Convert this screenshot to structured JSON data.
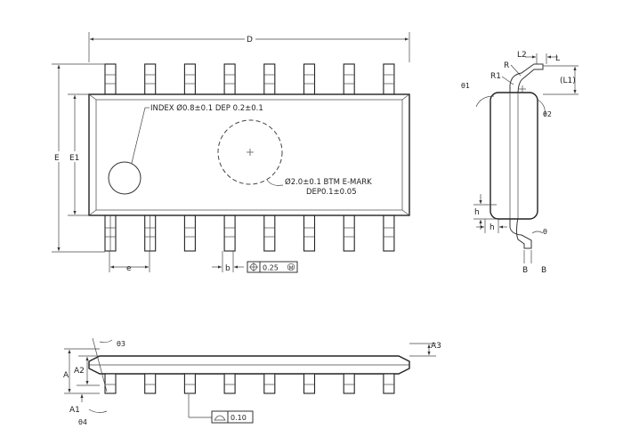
{
  "top_view": {
    "dim_D": "D",
    "dim_E": "E",
    "dim_E1": "E1",
    "dim_e": "e",
    "dim_b": "b",
    "index_note": "INDEX Ø0.8±0.1 DEP 0.2±0.1",
    "emark_note_line1": "Ø2.0±0.1 BTM E-MARK",
    "emark_note_line2": "DEP0.1±0.05",
    "position_tolerance": "0.25",
    "pins_per_side": 8
  },
  "side_view": {
    "dim_A": "A",
    "dim_A1": "A1",
    "dim_A2": "A2",
    "dim_A3": "A3",
    "angle_3": "θ3",
    "angle_4": "θ4",
    "flatness_tolerance": "0.10"
  },
  "end_view": {
    "dim_L": "L",
    "dim_L1": "(L1)",
    "dim_L2": "L2",
    "dim_R": "R",
    "dim_R1": "R1",
    "dim_h": "h",
    "dim_B": "B",
    "angle_1": "θ1",
    "angle_2": "θ2",
    "angle_theta": "θ"
  }
}
